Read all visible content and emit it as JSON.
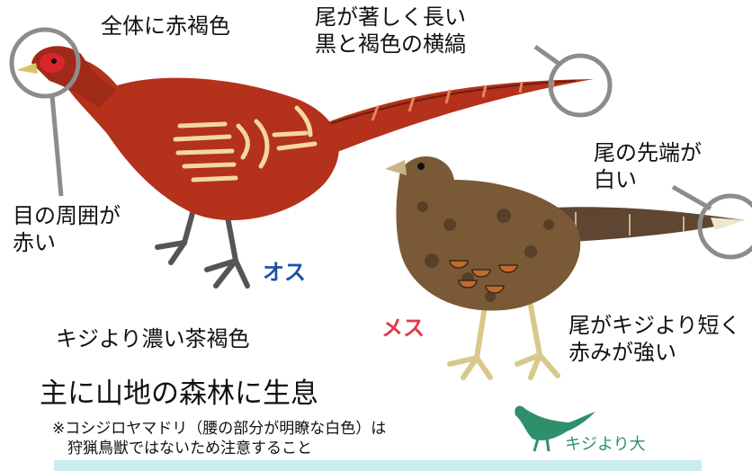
{
  "labels": {
    "male_body": "全体に赤褐色",
    "male_tail": "尾が著しく長い\n黒と褐色の横縞",
    "male_eye": "目の周囲が\n赤い",
    "male_tag": "オス",
    "female_tail": "尾の先端が\n白い",
    "female_tag": "メス",
    "female_color": "キジより濃い茶褐色",
    "female_tail2": "尾がキジより短く\n赤みが強い",
    "habitat": "主に山地の森林に生息",
    "note": "※コシジロヤマドリ（腰の部分が明瞭な白色）は\n　狩猟鳥獣ではないため注意すること",
    "size_compare": "キジより大"
  },
  "colors": {
    "male_body": "#b4311b",
    "female_body": "#7a5a36",
    "male_tag": "#1f4fa3",
    "female_tag": "#e03a4d",
    "size_icon": "#2f8f6a",
    "circle": "#8c8c8c"
  },
  "icons": {
    "male_bird": "copper-pheasant-male-illustration",
    "female_bird": "copper-pheasant-female-illustration",
    "size_bird": "pheasant-silhouette-icon"
  }
}
